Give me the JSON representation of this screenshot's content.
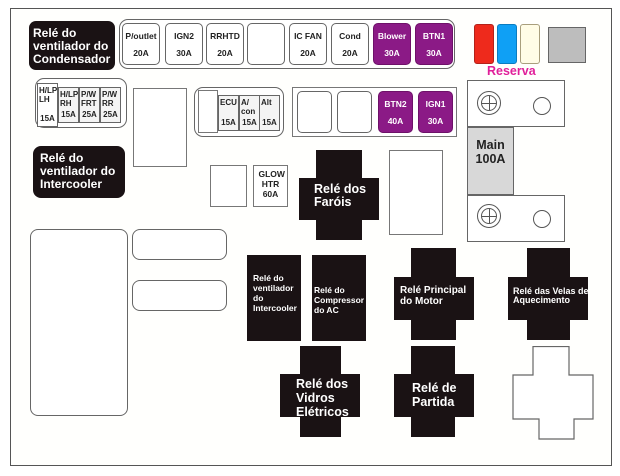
{
  "relays": {
    "condenser_fan": "Relé do ventilador do Condensador",
    "intercooler_fan_top": "Relé do ventilador do Intercooler",
    "headlamps": "Relé dos Faróis",
    "intercooler_fan_mid": "Relé do ventilador do Intercooler",
    "ac_compressor": "Relé do Compressor do AC",
    "engine_main": "Relé Principal do Motor",
    "glow_plugs": "Relé das Velas de Aquecimento",
    "power_windows": "Relé dos Vidros Elétricos",
    "starter": "Relé de Partida"
  },
  "top_fuses": [
    {
      "name": "P/outlet",
      "amps": "20A",
      "color": "white"
    },
    {
      "name": "IGN2",
      "amps": "30A",
      "color": "white"
    },
    {
      "name": "RRHTD",
      "amps": "20A",
      "color": "white"
    },
    {
      "name": "",
      "amps": "",
      "color": "white"
    },
    {
      "name": "IC FAN",
      "amps": "20A",
      "color": "white"
    },
    {
      "name": "Cond",
      "amps": "20A",
      "color": "white"
    },
    {
      "name": "Blower",
      "amps": "30A",
      "color": "#8b1a86"
    },
    {
      "name": "BTN1",
      "amps": "30A",
      "color": "#8b1a86"
    }
  ],
  "left_mini_fuses": [
    {
      "name": "H/LP LH",
      "amps": "15A"
    },
    {
      "name": "H/LP RH",
      "amps": "15A"
    },
    {
      "name": "P/W FRT",
      "amps": "25A"
    },
    {
      "name": "P/W RR",
      "amps": "25A"
    }
  ],
  "center_mini_fuses": [
    {
      "name": "ECU",
      "amps": "15A"
    },
    {
      "name": "A/ con",
      "amps": "15A"
    },
    {
      "name": "Alt",
      "amps": "15A"
    }
  ],
  "mid_fuses": [
    {
      "name": "",
      "amps": "",
      "color": "white"
    },
    {
      "name": "",
      "amps": "",
      "color": "white"
    },
    {
      "name": "BTN2",
      "amps": "40A",
      "color": "#8b1a86"
    },
    {
      "name": "IGN1",
      "amps": "30A",
      "color": "#8b1a86"
    }
  ],
  "glow_heater": {
    "name": "GLOW HTR",
    "amps": "60A"
  },
  "main_fuse": {
    "name": "Main",
    "amps": "100A"
  },
  "spare": {
    "label": "Reserva",
    "label_color": "#e0209a",
    "colors": [
      "#ee2a1c",
      "#0fa0f5",
      "#fffce6",
      "#bdbdbd"
    ]
  }
}
